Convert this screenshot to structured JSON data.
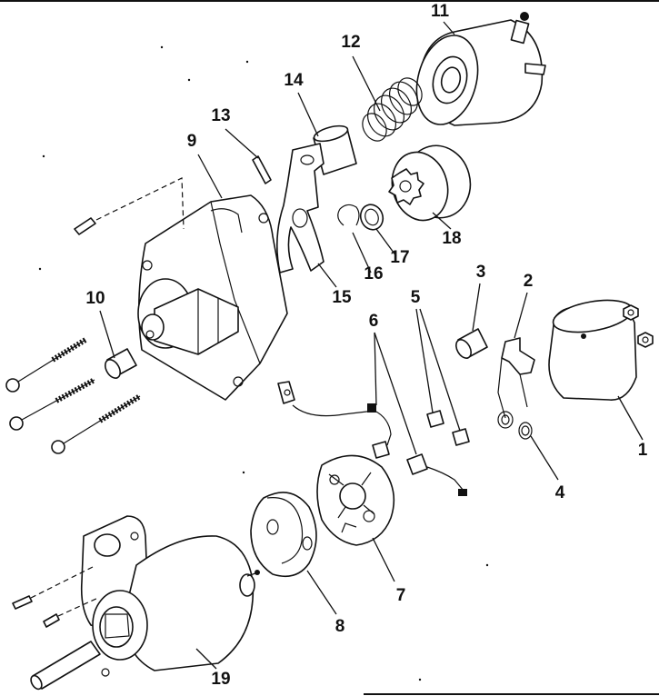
{
  "diagram": {
    "callouts": [
      "1",
      "2",
      "3",
      "4",
      "5",
      "6",
      "7",
      "8",
      "9",
      "10",
      "11",
      "12",
      "13",
      "14",
      "15",
      "16",
      "17",
      "18",
      "19"
    ]
  },
  "colors": {
    "ink": "#111111",
    "paper": "#ffffff"
  }
}
